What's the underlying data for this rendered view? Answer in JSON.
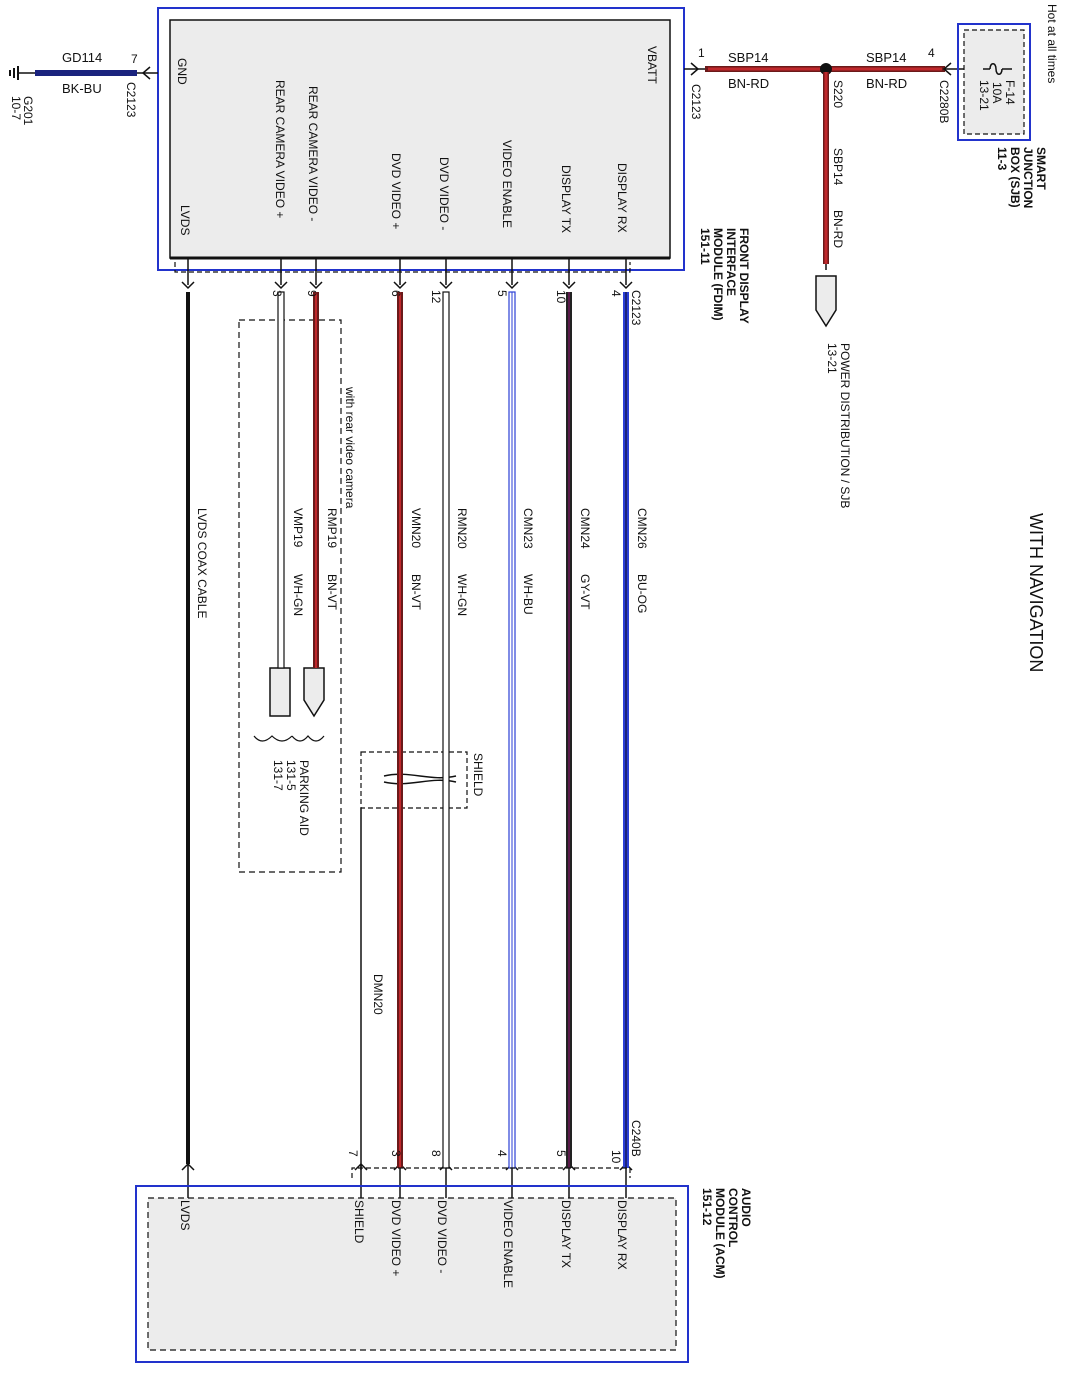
{
  "title": "WITH NAVIGATION",
  "colors": {
    "blue_border": "#2233cc",
    "brown": "#6b1a1a",
    "red": "#c0282c",
    "wire_blue": "#2b3fd6",
    "black": "#111111",
    "module_fill": "#ececec"
  },
  "modules": {
    "fdim": {
      "name": [
        "FRONT DISPLAY",
        "INTERFACE",
        "MODULE (FDIM)",
        "151-11"
      ],
      "pins": {
        "gnd": "GND",
        "vbatt": "VBATT",
        "lvds": "LVDS",
        "rear_cam_plus": "REAR CAMERA VIDEO +",
        "rear_cam_minus": "REAR CAMERA VIDEO -",
        "dvd_plus": "DVD VIDEO +",
        "dvd_minus": "DVD VIDEO -",
        "video_enable": "VIDEO ENABLE",
        "display_tx": "DISPLAY TX",
        "display_rx": "DISPLAY RX"
      },
      "connector": "C2123"
    },
    "acm": {
      "name": [
        "AUDIO",
        "CONTROL",
        "MODULE (ACM)",
        "151-12"
      ],
      "pins": {
        "lvds": "LVDS",
        "shield": "SHIELD",
        "dvd_plus": "DVD VIDEO +",
        "dvd_minus": "DVD VIDEO -",
        "video_enable": "VIDEO ENABLE",
        "display_tx": "DISPLAY TX",
        "display_rx": "DISPLAY RX"
      },
      "connector": "C240B"
    },
    "sjb": {
      "name": [
        "SMART",
        "JUNCTION",
        "BOX (SJB)",
        "11-3"
      ],
      "hot_label": "Hot at all times",
      "fuse": [
        "F-14",
        "10A",
        "13-21"
      ],
      "connector": "C2280B",
      "pin": "4"
    }
  },
  "ground": {
    "circuit": "GD114",
    "color": "BK-BU",
    "pin": "7",
    "connector": "C2123",
    "ground_id": "G201",
    "ground_ref": "10-7"
  },
  "power": {
    "pin": "1",
    "connector": "C2123",
    "circuit_a": "SBP14",
    "color_a": "BN-RD",
    "circuit_b": "SBP14",
    "color_b": "BN-RD",
    "splice": "S220",
    "circuit_c": "SBP14",
    "color_c": "BN-RD",
    "dist_label": "POWER DISTRIBUTION / SJB",
    "dist_ref": "13-21"
  },
  "wires": {
    "lvds": {
      "circuit": "LVDS COAX CABLE"
    },
    "rear_plus": {
      "pin_top": "3",
      "circuit": "VMP19",
      "color": "WH-GN"
    },
    "rear_minus": {
      "pin_top": "9",
      "circuit": "RMP19",
      "color": "BN-VT"
    },
    "dvd_plus": {
      "pin_top": "6",
      "pin_bottom": "3",
      "circuit": "VMN20",
      "color": "BN-VT"
    },
    "dvd_minus": {
      "pin_top": "12",
      "pin_bottom": "8",
      "circuit": "RMN20",
      "color": "WH-GN"
    },
    "video_enable": {
      "pin_top": "5",
      "pin_bottom": "4",
      "circuit": "CMN23",
      "color": "WH-BU"
    },
    "display_tx": {
      "pin_top": "10",
      "pin_bottom": "5",
      "circuit": "CMN24",
      "color": "GY-VT"
    },
    "display_rx": {
      "pin_top": "4",
      "pin_bottom": "10",
      "circuit": "CMN26",
      "color": "BU-OG"
    },
    "shield": {
      "pin_bottom": "7",
      "circuit": "DMN20"
    }
  },
  "option_label": "with rear video camera",
  "parking_aid": [
    "PARKING AID",
    "131-5",
    "131-7"
  ],
  "shield_label": "SHIELD"
}
